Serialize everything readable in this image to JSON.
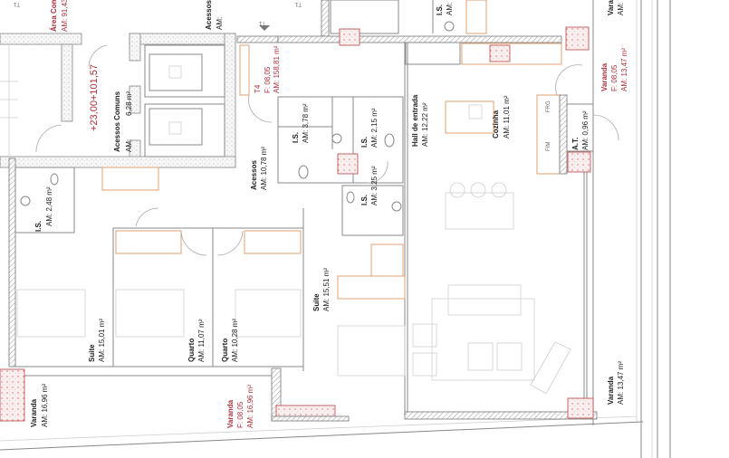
{
  "plan": {
    "level_marks": {
      "top_left": "T1",
      "top_mid": "T1",
      "section_arrow": "T1"
    },
    "area_comum": {
      "name": "Área Comum",
      "area": "AM: 91,43"
    },
    "level_annotation": "+23,00+101,57",
    "acessos_comuns": {
      "name": "Acessos Comuns",
      "am": "AM:",
      "area": "6,28 m²"
    },
    "acessos_top": {
      "name": "Acessos",
      "area": "AM:"
    },
    "unit": {
      "name": "T4",
      "floor": "F: 08,05",
      "area": "AM: 158,81 m²"
    },
    "is_1": {
      "name": "I.S.",
      "area": "AM: 3,78 m²"
    },
    "acessos": {
      "name": "Acessos",
      "area": "AM: 10,78 m²"
    },
    "is_2": {
      "name": "I.S.",
      "area": "AM: 2,15 m²"
    },
    "is_3": {
      "name": "I.S.",
      "area": "AM: 3,25 m²"
    },
    "is_top": {
      "name": "I.S.",
      "area": "AM:"
    },
    "hall": {
      "name": "Hall de entrada",
      "am": "AM:",
      "area": "12,22 m²"
    },
    "cozinha": {
      "name": "Cozinha",
      "area": "AM: 11,01 m²"
    },
    "frg": "FRG",
    "fim": "FIM",
    "at": {
      "name": "A.T.",
      "area": "AM: 0,96 m²"
    },
    "varanda_top": {
      "name": "Varanda",
      "area": "AM:"
    },
    "varanda_east": {
      "name": "Varanda",
      "floor": "F: 08,05",
      "area": "AM: 13,47 m²"
    },
    "is_4": {
      "name": "I.S.",
      "area": "AM: 2,48 m²"
    },
    "suite_1": {
      "name": "Suite",
      "area": "AM: 15,01 m²"
    },
    "quarto_1": {
      "name": "Quarto",
      "area": "AM: 11,07 m²"
    },
    "quarto_2": {
      "name": "Quarto",
      "area": "AM: 10,28 m²"
    },
    "suite_2": {
      "name": "Suite",
      "area": "AM: 15,51 m²"
    },
    "varanda_sw": {
      "name": "Varanda",
      "area": "AM: 16,96 m²"
    },
    "varanda_s": {
      "name": "Varanda",
      "floor": "F: 08,05",
      "area": "AM: 16,96 m²"
    },
    "varanda_se": {
      "name": "Varanda",
      "area": "AM: 13,47 m²"
    }
  }
}
